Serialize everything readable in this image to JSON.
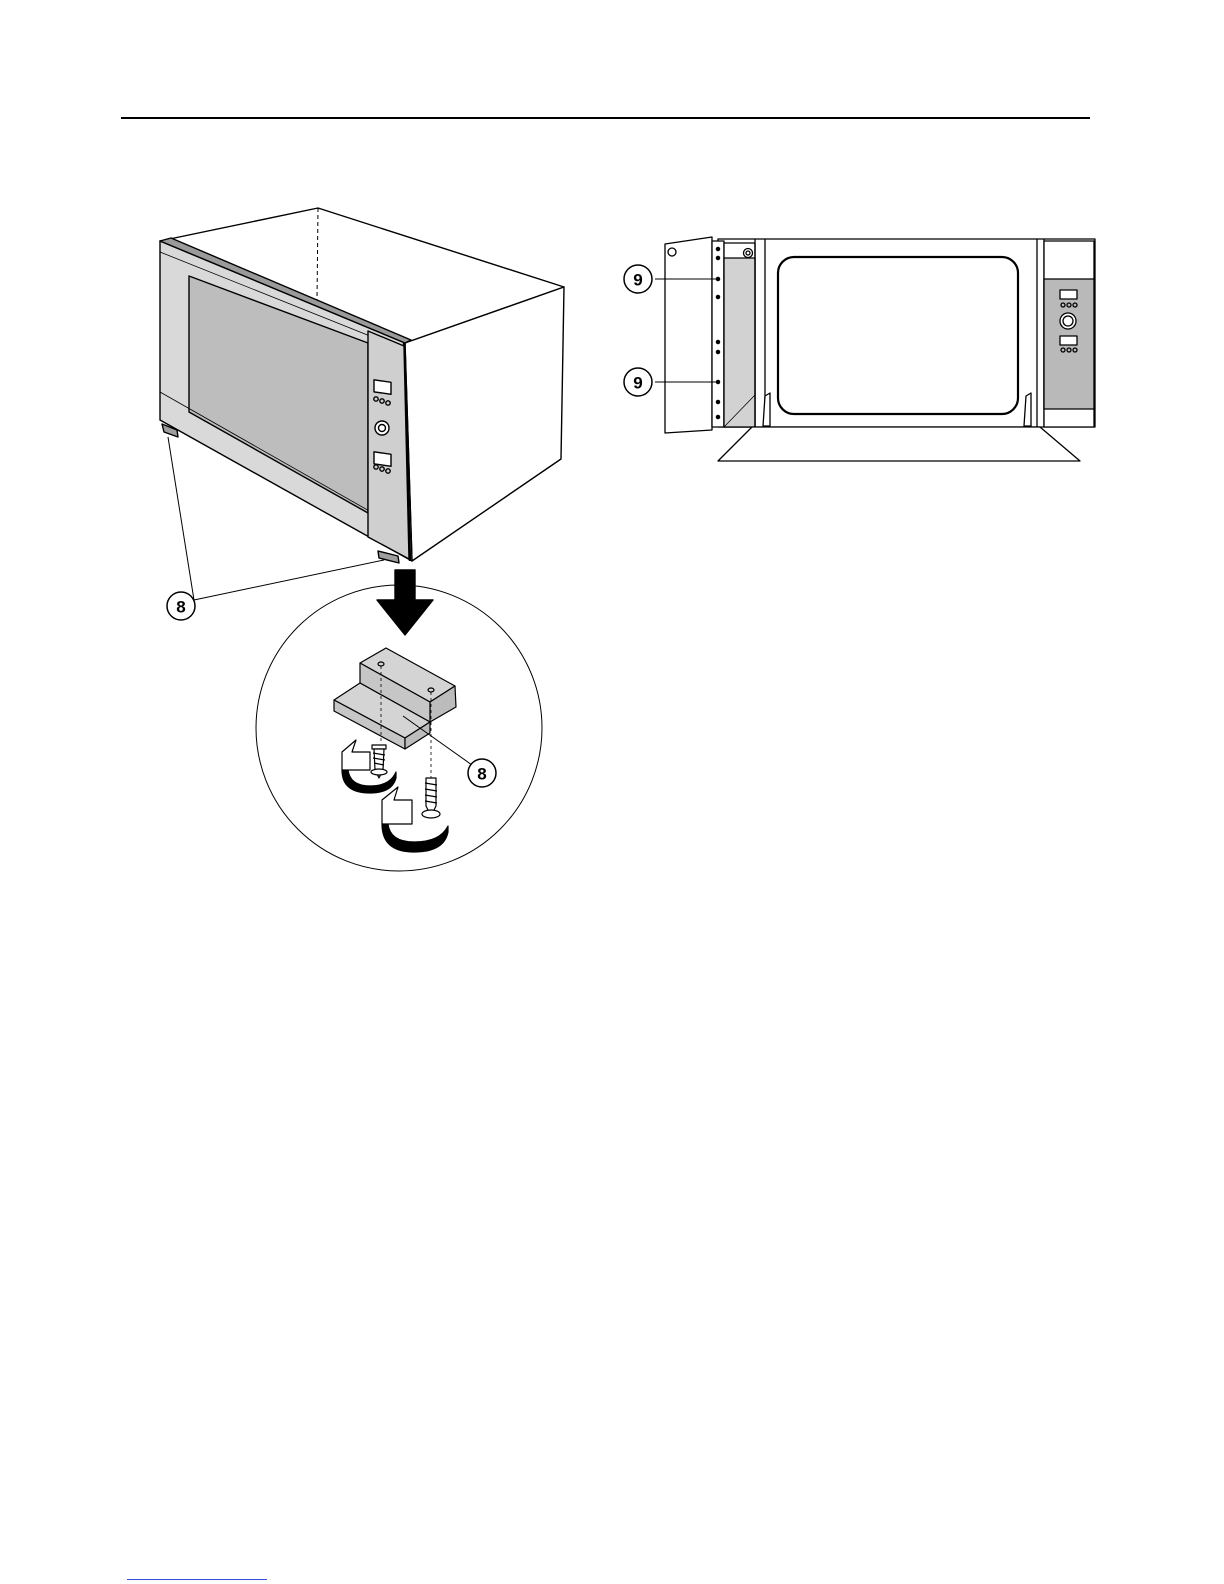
{
  "figure_left": {
    "callouts": [
      {
        "id": "feet-callout",
        "label": "8"
      },
      {
        "id": "spacer-callout",
        "label": "8"
      }
    ]
  },
  "figure_right": {
    "callouts": [
      {
        "id": "upper-hinge-callout",
        "label": "9"
      },
      {
        "id": "lower-hinge-callout",
        "label": "9"
      }
    ]
  },
  "colors": {
    "line": "#000000",
    "panel_grey": "#d2d2d2",
    "panel_dark": "#b9b9b9",
    "footer_link": "#3d4fd6"
  }
}
